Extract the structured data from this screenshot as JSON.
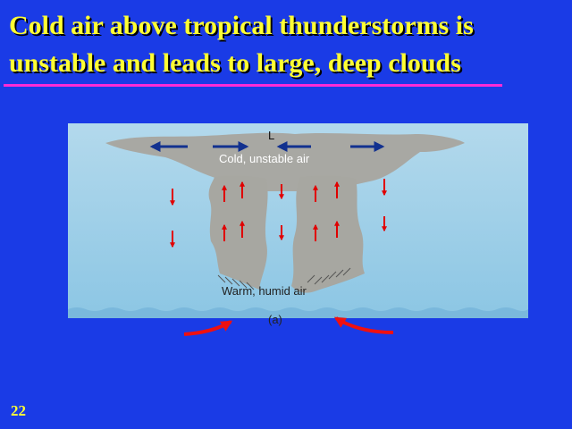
{
  "slide": {
    "title_line1": "Cold air above tropical thunderstorms is",
    "title_line2": "unstable and leads to large, deep  clouds",
    "page_number": "22"
  },
  "diagram": {
    "label_low_pressure": "L",
    "label_cold_air": "Cold, unstable air",
    "label_warm_air": "Warm, humid air",
    "label_panel": "(a)",
    "colors": {
      "sky": "#a9d4ea",
      "sea": "#86c3e3",
      "cloud": "#a7a7a2",
      "outflow_arrow": "#12318f",
      "vertical_arrow": "#e00000",
      "inflow_arrow": "#f01010"
    }
  }
}
